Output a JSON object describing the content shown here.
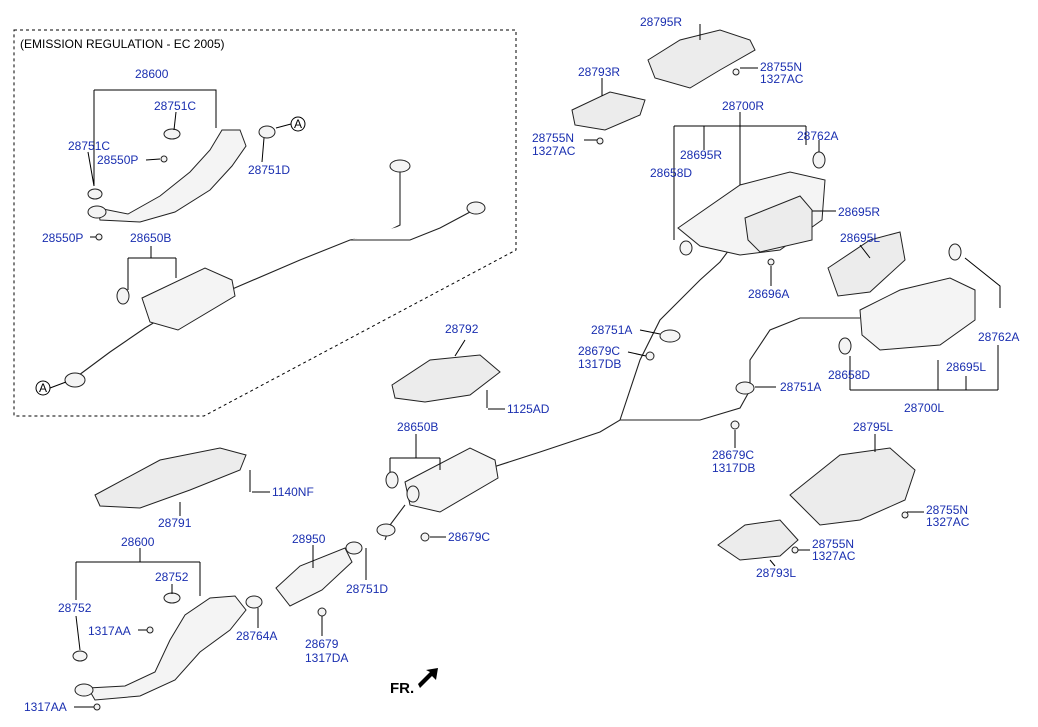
{
  "diagram": {
    "inset_title": "(EMISSION REGULATION - EC 2005)",
    "front_indicator": "FR.",
    "circle_ref": "A",
    "labels": {
      "p28795R": "28795R",
      "p28755N_a": "28755N",
      "p1327AC_a": "1327AC",
      "p28793R": "28793R",
      "p28755N_b": "28755N",
      "p1327AC_b": "1327AC",
      "p28700R": "28700R",
      "p28762A_a": "28762A",
      "p28695R_a": "28695R",
      "p28658D_a": "28658D",
      "p28695R_b": "28695R",
      "p28695L_a": "28695L",
      "p28696A": "28696A",
      "p28762A_b": "28762A",
      "p28751A_a": "28751A",
      "p28679C_a": "28679C",
      "p1317DB_a": "1317DB",
      "p28658D_b": "28658D",
      "p28695L_b": "28695L",
      "p28751A_b": "28751A",
      "p28700L": "28700L",
      "p28679C_b": "28679C",
      "p1317DB_b": "1317DB",
      "p28795L": "28795L",
      "p28755N_c": "28755N",
      "p1327AC_c": "1327AC",
      "p28755N_d": "28755N",
      "p1327AC_d": "1327AC",
      "p28793L": "28793L",
      "p28792": "28792",
      "p1125AD": "1125AD",
      "p28650B_b": "28650B",
      "p28679C_c": "28679C",
      "p1140NF": "1140NF",
      "p28791": "28791",
      "p28600_b": "28600",
      "p28752_a": "28752",
      "p28752_b": "28752",
      "p1317AA_a": "1317AA",
      "p1317AA_b": "1317AA",
      "p28950": "28950",
      "p28751D_b": "28751D",
      "p28764A": "28764A",
      "p28679": "28679",
      "p1317DA": "1317DA",
      "p28600_a": "28600",
      "p28751C_a": "28751C",
      "p28751C_b": "28751C",
      "p28550P_a": "28550P",
      "p28751D_a": "28751D",
      "p28550P_b": "28550P",
      "p28650B_a": "28650B"
    }
  }
}
